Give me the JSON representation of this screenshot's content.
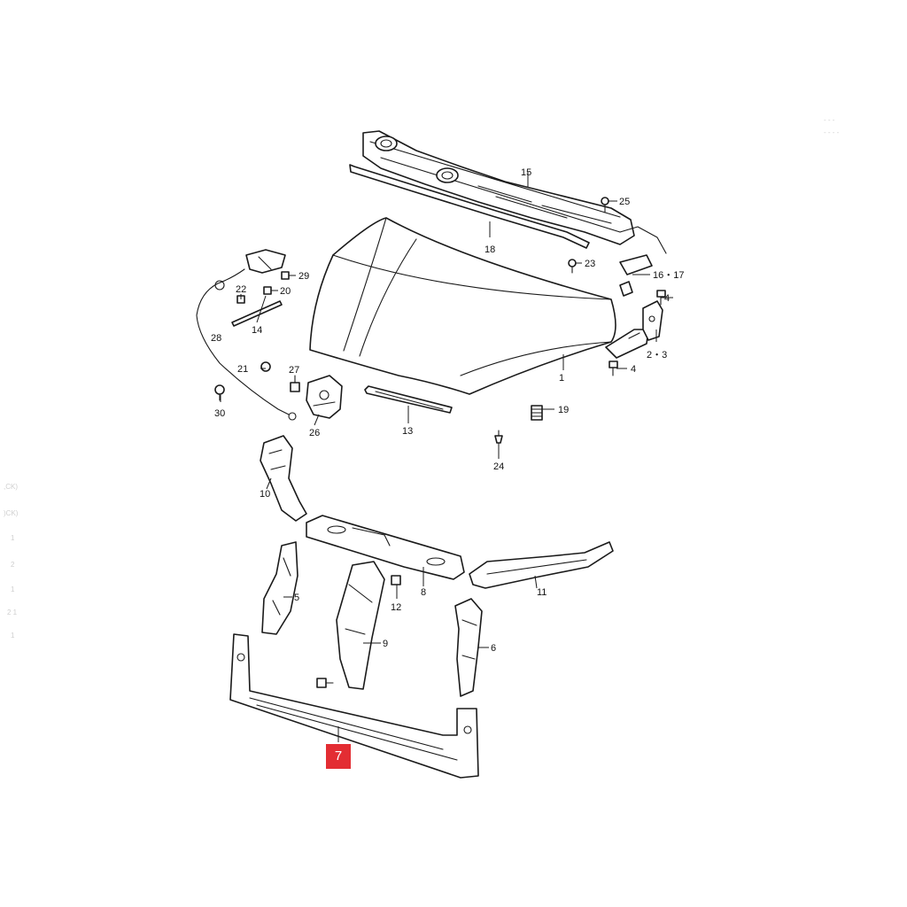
{
  "diagram": {
    "highlighted_callout": "7",
    "highlight_color": "#e32d33",
    "line_color": "#1a1a1a",
    "callouts": {
      "c1": "1",
      "c2_3": "2・3",
      "c4a": "4",
      "c4b": "4",
      "c5": "5",
      "c6": "6",
      "c8": "8",
      "c9": "9",
      "c10": "10",
      "c11": "11",
      "c12": "12",
      "c13": "13",
      "c14": "14",
      "c15": "15",
      "c16_17": "16・17",
      "c18": "18",
      "c19": "19",
      "c20": "20",
      "c21": "21",
      "c22": "22",
      "c23": "23",
      "c24": "24",
      "c25": "25",
      "c26": "26",
      "c27": "27",
      "c28": "28",
      "c29": "29",
      "c30": "30"
    }
  }
}
